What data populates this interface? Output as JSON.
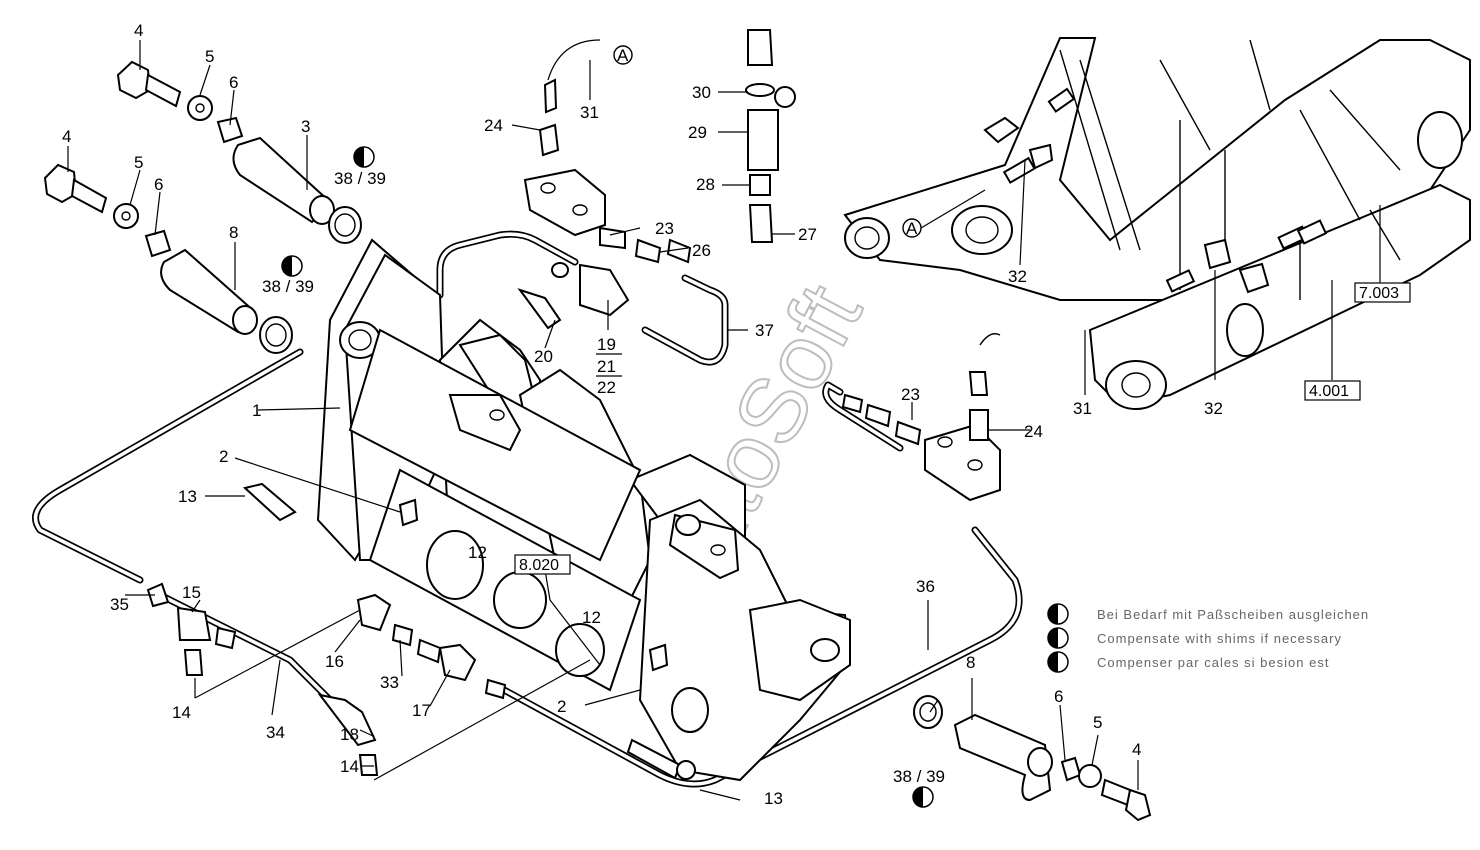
{
  "watermark": "AutoSoft",
  "callout_letter": "A",
  "labels": {
    "l1": "1",
    "l2a": "2",
    "l2b": "2",
    "l3": "3",
    "l4a": "4",
    "l4b": "4",
    "l4c": "4",
    "l5a": "5",
    "l5b": "5",
    "l5c": "5",
    "l6a": "6",
    "l6b": "6",
    "l6c": "6",
    "l8a": "8",
    "l8b": "8",
    "l12a": "12",
    "l12b": "12",
    "l13a": "13",
    "l13b": "13",
    "l14a": "14",
    "l14b": "14",
    "l15": "15",
    "l16": "16",
    "l17": "17",
    "l18": "18",
    "l19": "19",
    "l20": "20",
    "l21": "21",
    "l22": "22",
    "l23a": "23",
    "l23b": "23",
    "l24a": "24",
    "l24b": "24",
    "l26": "26",
    "l27": "27",
    "l28": "28",
    "l29": "29",
    "l30": "30",
    "l31a": "31",
    "l31b": "31",
    "l32a": "32",
    "l32b": "32",
    "l33": "33",
    "l34": "34",
    "l35": "35",
    "l36": "36",
    "l37": "37",
    "l3839a": "38 / 39",
    "l3839b": "38 / 39",
    "l3839c": "38 / 39"
  },
  "ref_boxes": {
    "r8020": "8.020",
    "r7003": "7.003",
    "r4001": "4.001"
  },
  "notes": [
    "Bei Bedarf mit Paßscheiben ausgleichen",
    "Compensate with shims if necessary",
    "Compenser par cales si besion est"
  ]
}
